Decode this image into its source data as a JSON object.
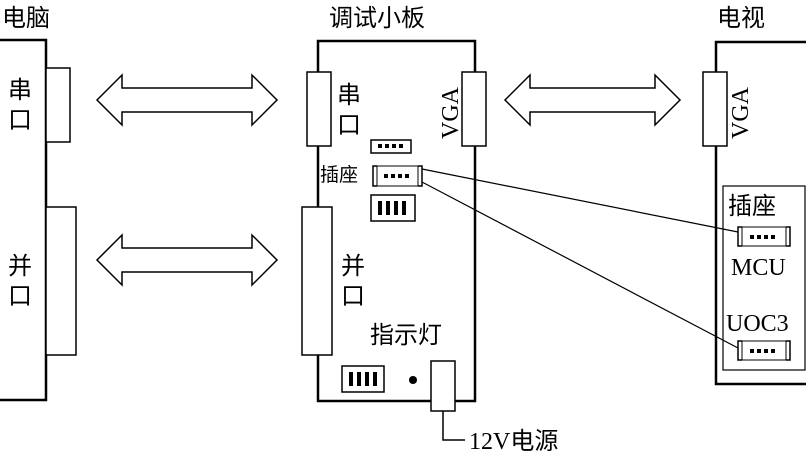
{
  "computer": {
    "title": "电脑",
    "serial_port": "串口",
    "parallel_port": "并口"
  },
  "debug_board": {
    "title": "调试小板",
    "serial_port": "串口",
    "parallel_port": "并口",
    "vga": "VGA",
    "socket": "插座",
    "indicator": "指示灯",
    "power": "12V电源"
  },
  "tv": {
    "title": "电视",
    "vga": "VGA",
    "socket": "插座",
    "mcu": "MCU",
    "uoc": "UOC3"
  },
  "colors": {
    "stroke": "#000000",
    "background": "#ffffff"
  }
}
